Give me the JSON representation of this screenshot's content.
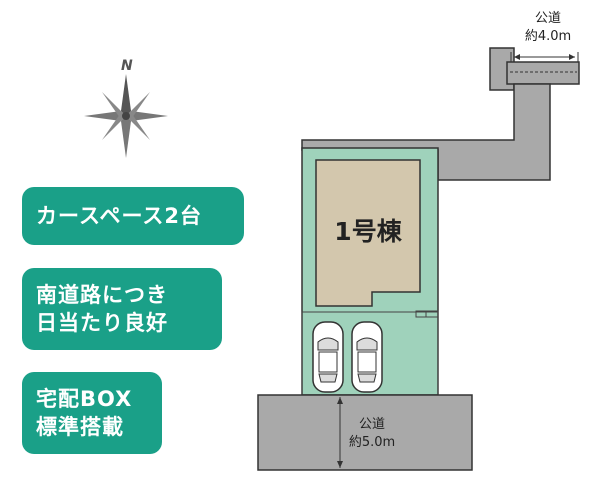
{
  "compass": {
    "north_label": "N"
  },
  "features": [
    {
      "lines": [
        "カースペース2台"
      ]
    },
    {
      "lines": [
        "南道路につき",
        "日当たり良好"
      ]
    },
    {
      "lines": [
        "宅配BOX",
        "標準搭載"
      ]
    }
  ],
  "building": {
    "label": "1号棟"
  },
  "roads": {
    "north": {
      "name": "公道",
      "width": "約4.0m"
    },
    "south": {
      "name": "公道",
      "width": "約5.0m"
    }
  },
  "colors": {
    "lot_green": "#9fd2bb",
    "building_tan": "#d3c7ad",
    "road_gray": "#a9a9a9",
    "badge_teal": "#1aa088"
  },
  "parking": {
    "car_count": 2
  }
}
